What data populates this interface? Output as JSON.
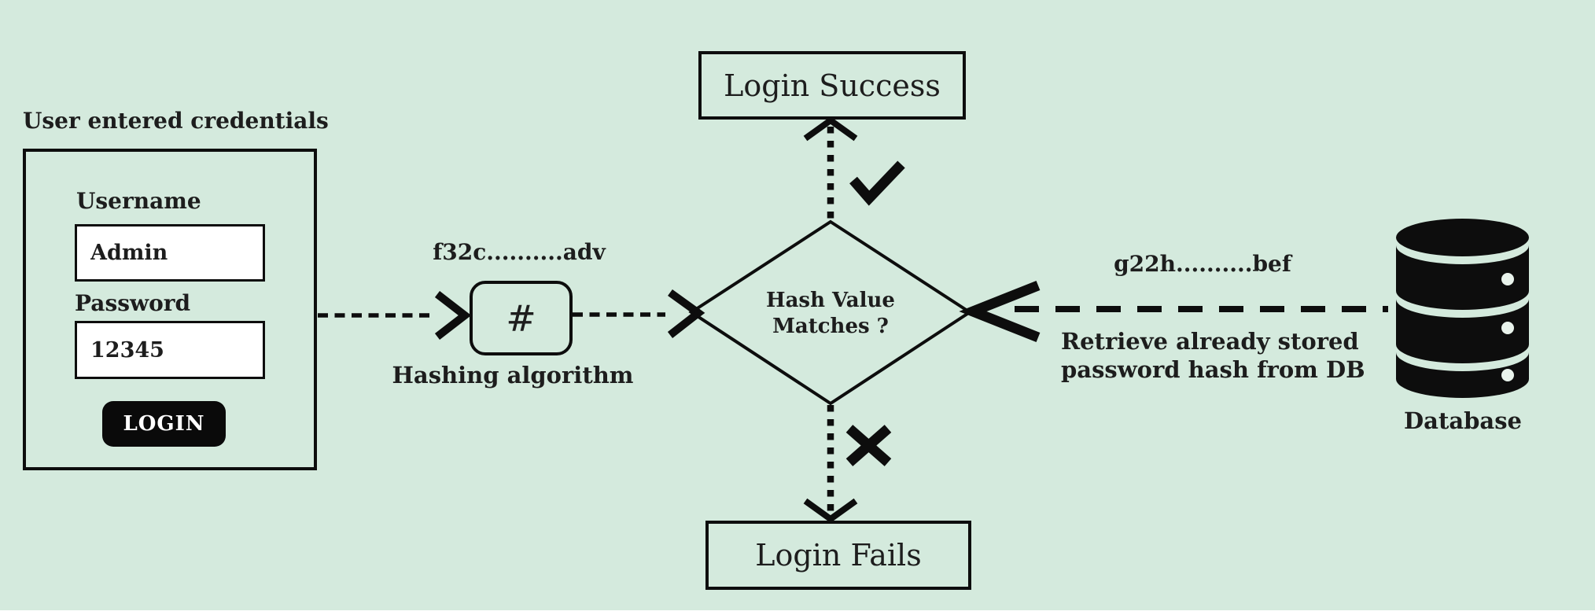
{
  "colors": {
    "background": "#d4eadd",
    "ink": "#1d1d1d",
    "line": "#0d0d0d",
    "button_bg": "#0a0a0a",
    "button_text": "#ffffff",
    "input_bg": "#ffffff",
    "bottom_strip": "#ffffff",
    "db_dot": "#e9f3ec"
  },
  "credentials": {
    "title": "User entered credentials",
    "username_label": "Username",
    "username_value": "Admin",
    "password_label": "Password",
    "password_value": "12345",
    "login_button_label": "LOGIN"
  },
  "hashing": {
    "output_hash": "f32c..........adv",
    "symbol": "#",
    "label": "Hashing algorithm"
  },
  "decision": {
    "line1": "Hash Value",
    "line2": "Matches ?"
  },
  "outcomes": {
    "success_label": "Login Success",
    "fail_label": "Login Fails"
  },
  "database": {
    "stored_hash": "g22h..........bef",
    "retrieve_line1": "Retrieve already stored",
    "retrieve_line2": "password hash from DB",
    "label": "Database"
  },
  "icons": {
    "success_mark": "check-icon",
    "fail_mark": "cross-icon",
    "storage": "database-icon"
  }
}
